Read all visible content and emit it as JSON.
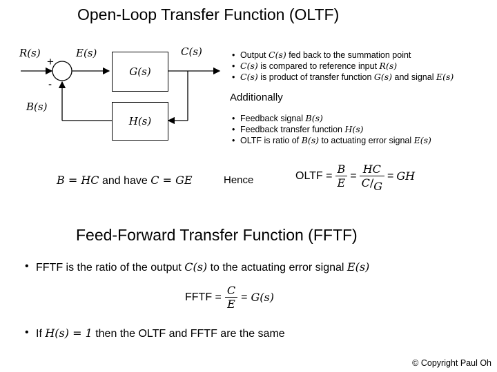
{
  "oltf": {
    "title": "Open-Loop Transfer Function (OLTF)",
    "diagram": {
      "input_label": "R(s)",
      "error_label": "E(s)",
      "output_label": "C(s)",
      "feedback_label": "B(s)",
      "forward_block": "G(s)",
      "feedback_block": "H(s)",
      "plus_sign": "+",
      "minus_sign": "-"
    },
    "bullets_top": [
      {
        "pre": "Output ",
        "sym": "C(s)",
        "post": " fed back to the summation point",
        "sym2": "",
        "post2": ""
      },
      {
        "pre": "",
        "sym": "C(s)",
        "post": " is compared to reference input ",
        "sym2": "R(s)",
        "post2": ""
      },
      {
        "pre": "",
        "sym": "C(s)",
        "post": " is product of transfer function ",
        "sym2": "G(s)",
        "post2": " and signal ",
        "sym3": "E(s)"
      }
    ],
    "additionally": "Additionally",
    "bullets_bottom": [
      {
        "pre": "Feedback signal ",
        "sym": "B(s)",
        "post": "",
        "sym2": "",
        "post2": ""
      },
      {
        "pre": "Feedback transfer function ",
        "sym": "H(s)",
        "post": "",
        "sym2": "",
        "post2": ""
      },
      {
        "pre": "OLTF is ratio of ",
        "sym": "B(s)",
        "post": " to actuating error signal ",
        "sym2": "E(s)",
        "post2": ""
      }
    ],
    "eq1": {
      "lhs": "B = HC",
      "mid": " and have ",
      "rhs": "C = GE"
    },
    "hence": "Hence",
    "eq2": {
      "label": "OLTF =",
      "f1_num": "B",
      "f1_den": "E",
      "eq": "=",
      "f2_num": "HC",
      "f2_den_num": "C",
      "f2_den_den": "G",
      "eq2": "=",
      "result": "GH"
    }
  },
  "fftf": {
    "title": "Feed-Forward Transfer Function (FFTF)",
    "bullet1": {
      "pre": "FFTF is the ratio of the output ",
      "sym": "C(s)",
      "mid": " to the actuating error signal ",
      "sym2": "E(s)"
    },
    "eq": {
      "label": "FFTF =",
      "num": "C",
      "den": "E",
      "eq": "=",
      "result": "G(s)"
    },
    "bullet2": {
      "pre": "If ",
      "sym": "H(s) = 1",
      "post": " then the OLTF and FFTF are the same"
    }
  },
  "footer": "© Copyright Paul Oh"
}
